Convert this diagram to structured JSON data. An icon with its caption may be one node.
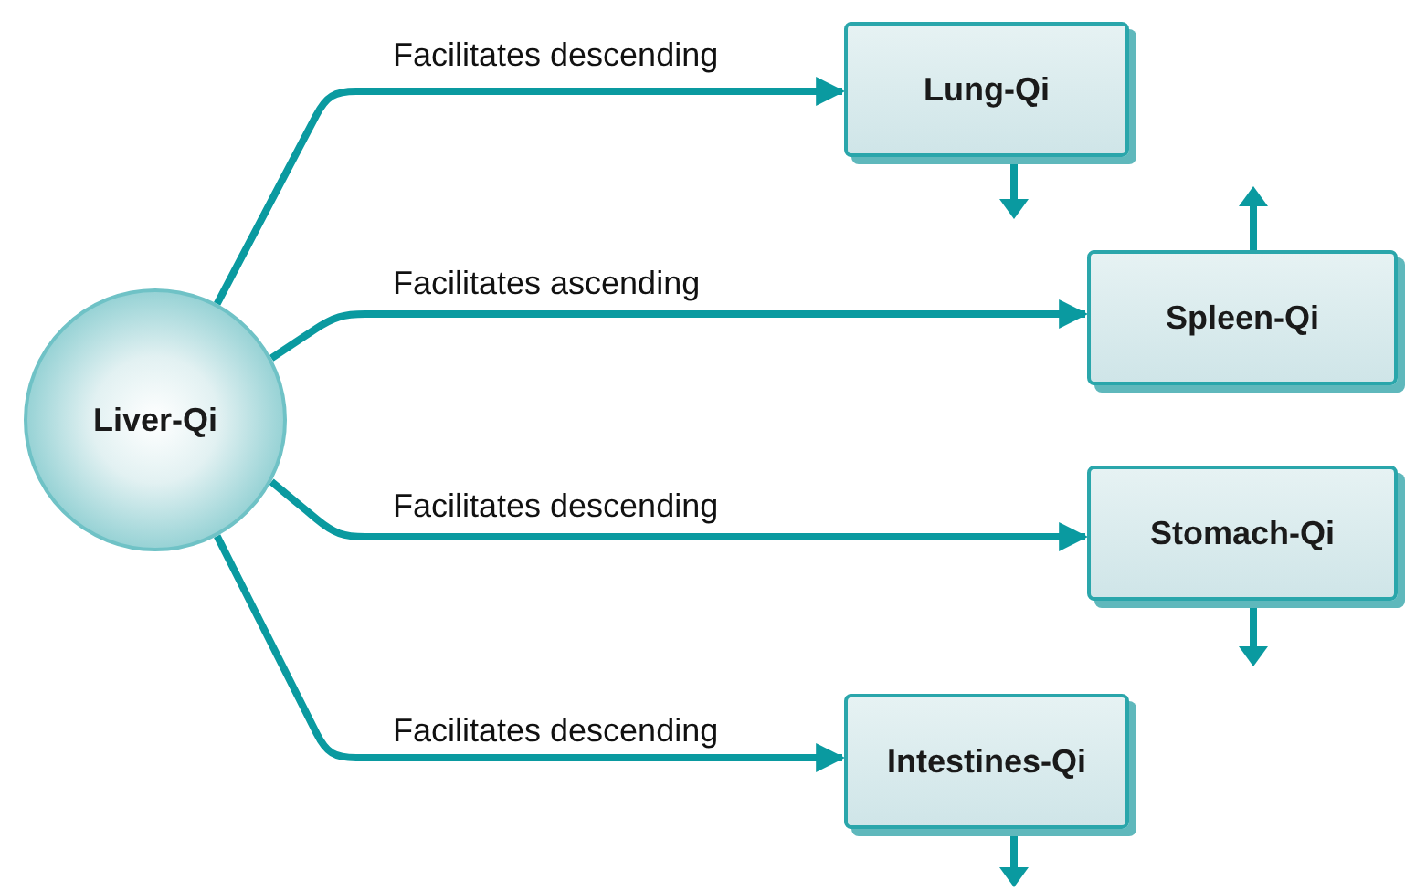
{
  "diagram": {
    "nodes": [
      {
        "text": [
          "Liver-Qi"
        ]
      },
      {
        "text": [
          "Lung-Qi"
        ]
      },
      {
        "text": [
          "Spleen-Qi"
        ]
      },
      {
        "text": [
          "Stomach-Qi"
        ]
      },
      {
        "text": [
          "Intestines-Qi"
        ]
      }
    ],
    "edges": [
      {
        "from": 0,
        "to": 1,
        "arrow": "to",
        "label": "Facilitates descending"
      },
      {
        "from": 0,
        "to": 2,
        "arrow": "to",
        "label": "Facilitates ascending"
      },
      {
        "from": 0,
        "to": 3,
        "arrow": "to",
        "label": "Facilitates descending"
      },
      {
        "from": 0,
        "to": 4,
        "arrow": "to",
        "label": "Facilitates descending"
      }
    ]
  }
}
